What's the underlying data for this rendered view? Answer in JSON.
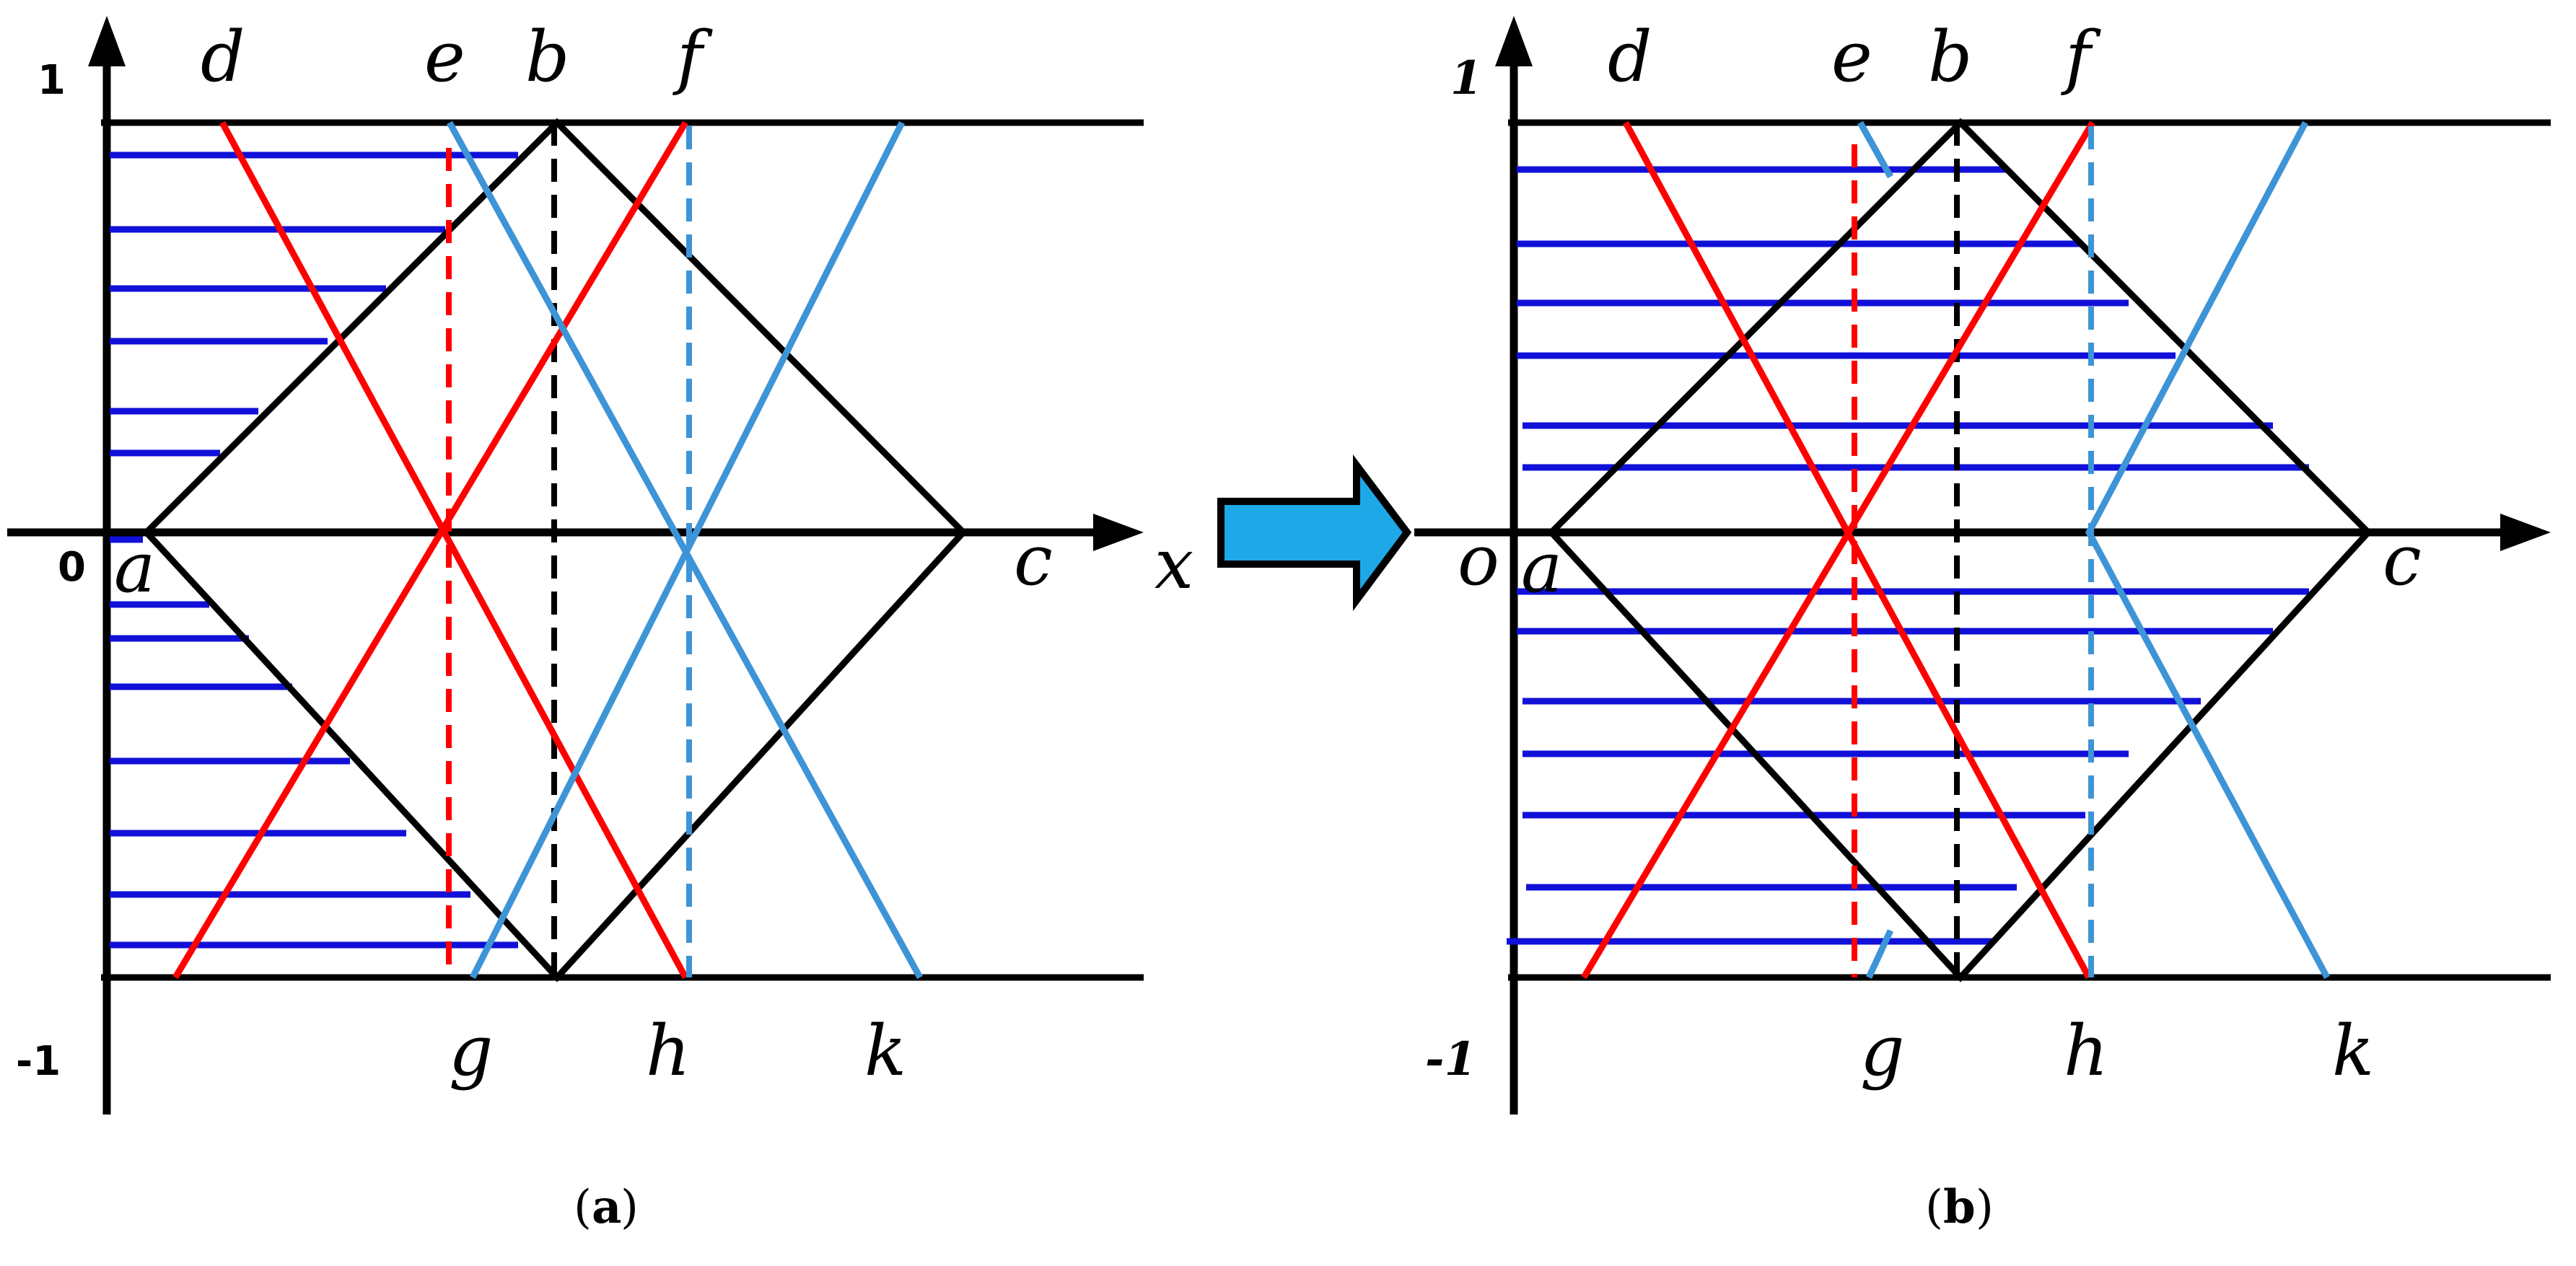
{
  "colors": {
    "axis": "#000000",
    "diamond": "#000000",
    "red_line": "#ff0000",
    "light_blue_line": "#3d94d6",
    "dark_blue_hatch": "#1010d8",
    "arrow_fill": "#1fa8e8",
    "arrow_outline": "#000000"
  },
  "panel_a": {
    "tick_top": "1",
    "tick_bottom": "-1",
    "origin": "0",
    "x_axis": "x",
    "points": {
      "a": "a",
      "b": "b",
      "c": "c",
      "d": "d",
      "e": "e",
      "f": "f",
      "g": "g",
      "h": "h",
      "k": "k"
    },
    "caption_open": "(",
    "caption_letter": "a",
    "caption_close": ")"
  },
  "panel_b": {
    "tick_top": "1",
    "tick_bottom": "-1",
    "origin": "o",
    "points": {
      "a": "a",
      "b": "b",
      "c": "c",
      "d": "d",
      "e": "e",
      "f": "f",
      "g": "g",
      "h": "h",
      "k": "k"
    },
    "caption_open": "(",
    "caption_letter": "b",
    "caption_close": ")"
  },
  "transition_arrow": {
    "icon": "right-arrow-icon"
  }
}
